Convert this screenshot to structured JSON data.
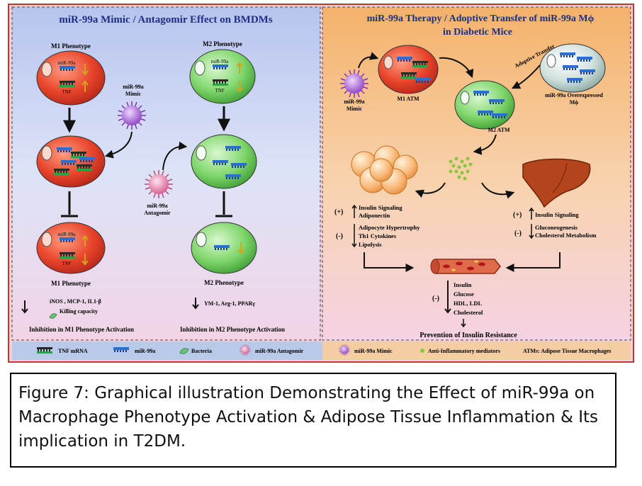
{
  "left_panel": {
    "title": "miR-99a Mimic  / Antagomir  Effect on  BMDMs",
    "m1_top": "M1 Phenotype",
    "m2_top": "M2 Phenotype",
    "mir99a": "miR-99a",
    "tnf": "TNF",
    "mimic_1": "miR-99a",
    "mimic_2": "Mimic",
    "antagomir_1": "miR-99a",
    "antagomir_2": "Antagomir",
    "m1_bottom": "M1 Phenotype",
    "m2_bottom": "M2 Phenotype",
    "m1_markers": "iNOS , MCP-1, IL1-β",
    "killing": "Killing capacity",
    "m2_markers": "YM-1, Arg-1, PPARγ",
    "inhibit_m1": "Inhibition in M1 Phenotype Activation",
    "inhibit_m2": "Inhibition in M2 Phenotype Activation"
  },
  "right_panel": {
    "title_1": "miR-99a Therapy / Adoptive Transfer of miR-99a  Mϕ",
    "title_2": "in Diabetic Mice",
    "mimic_1": "miR-99a",
    "mimic_2": "Mimic",
    "m1_atm": "M1  ATM",
    "m2_atm": "M2  ATM",
    "adoptive": "Adoptive Transfer",
    "over_1": "miR-99a Overexpressed",
    "over_2": "Mϕ",
    "plus": "(+)",
    "minus": "(-)",
    "adipo_up_1": "Insulin Signaling",
    "adipo_up_2": "Adiponectin",
    "adipo_down_1": "Adipocyte Hypertrophy",
    "adipo_down_2": "Th1 Cytokines",
    "adipo_down_3": "Lipolysis",
    "liver_up": "Insulin Signaling",
    "liver_down_1": "Gluconeogenesis",
    "liver_down_2": "Cholesterol Metabolism",
    "blood_1": "Insulin",
    "blood_2": "Glucose",
    "blood_3": "HDL, LDL",
    "blood_4": "Cholesterol",
    "prevention": "Prevention of Insulin Resistance"
  },
  "legend": {
    "tnf_mrna": "TNF mRNA",
    "mir99a": "miR-99a",
    "bacteria": "Bacteria",
    "antagomir": "miR-99a Antagomir",
    "mimic": "miR-99a Mimic",
    "anti_inflam": "Anti-Inflammatory mediators",
    "atms": "ATMs: Adipose Tissue Macrophages"
  },
  "caption": "Figure 7: Graphical illustration Demonstrating the Effect of miR-99a on Macrophage Phenotype Activation & Adipose Tissue Inflammation & Its implication in T2DM.",
  "colors": {
    "m1_cell": "#e8442a",
    "m2_cell": "#6ccd5a",
    "left_bg": "#cfd7f2",
    "right_bg": "#f6c58e",
    "border": "#c0392b"
  },
  "icons": [
    "virus-icon",
    "fat-cell-icon",
    "liver-icon",
    "blood-vessel-icon",
    "mrna-icon",
    "bacteria-icon"
  ]
}
